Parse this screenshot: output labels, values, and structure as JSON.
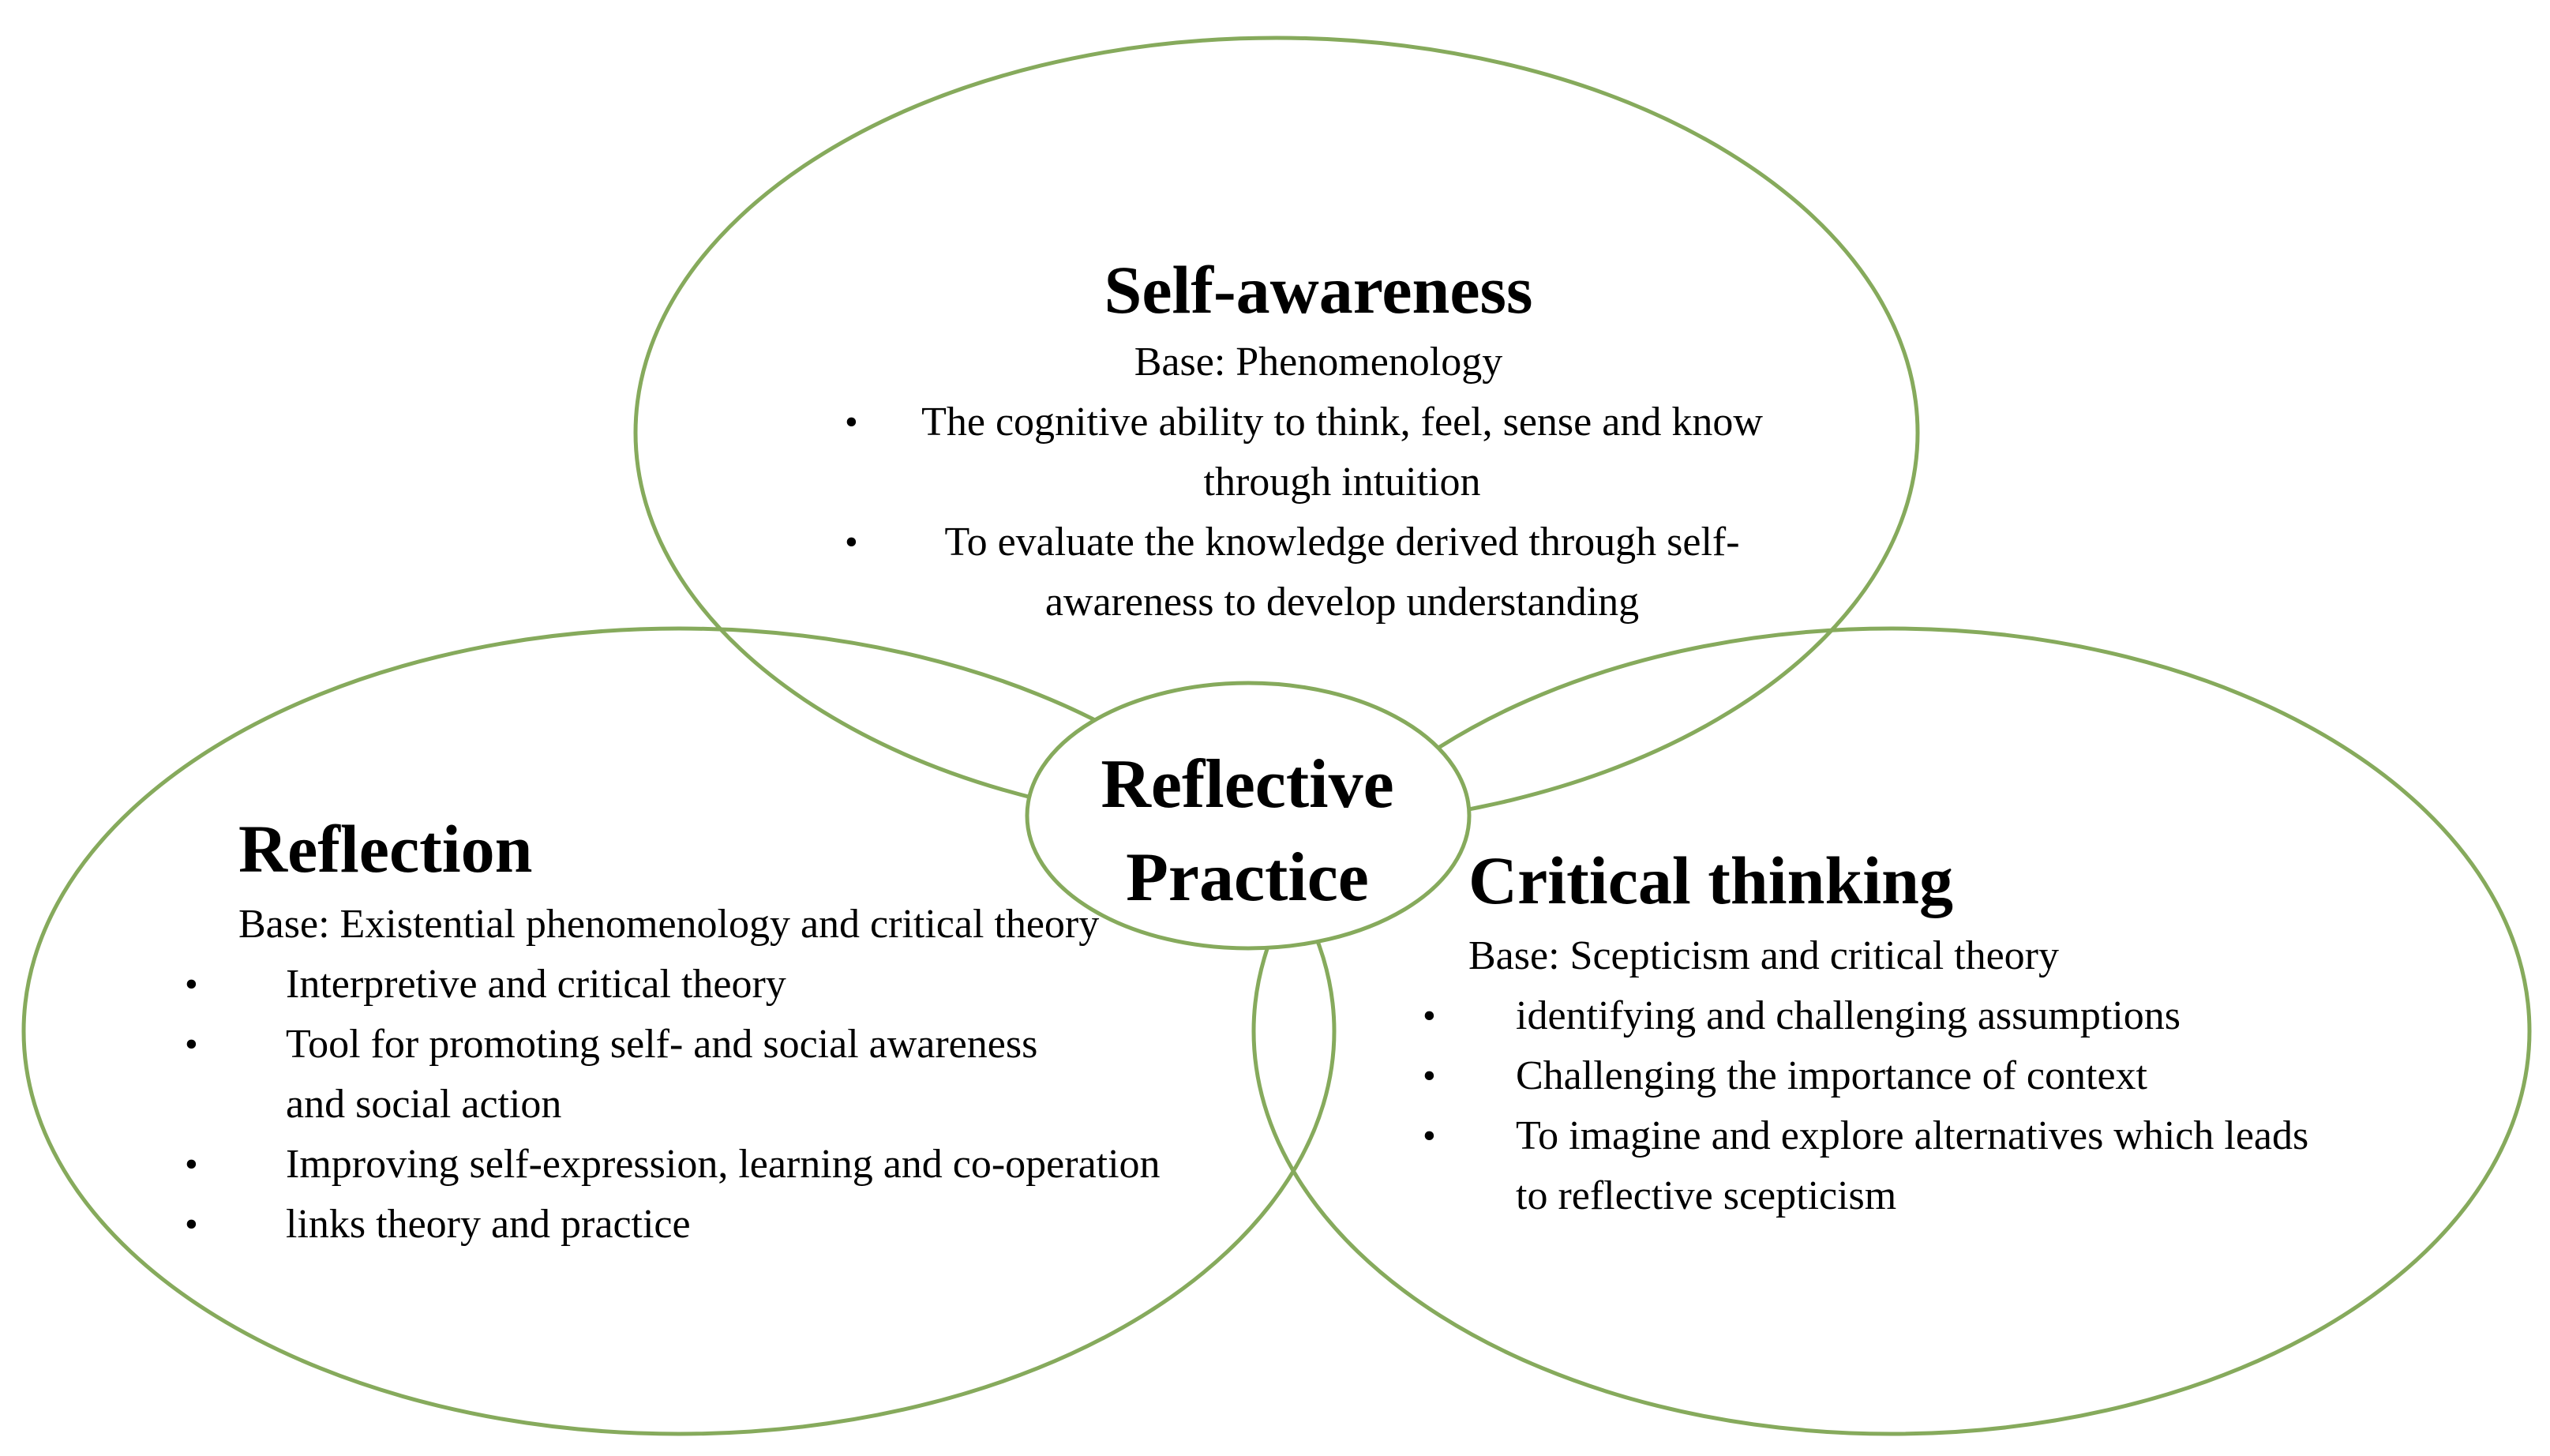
{
  "colors": {
    "circle_stroke": "#86aa5c",
    "text": "#000000",
    "background": "#ffffff"
  },
  "circles": {
    "self_awareness": {
      "title": "Self-awareness",
      "base": "Base: Phenomenology",
      "bullets": [
        "The cognitive ability to think, feel, sense and know through intuition",
        "To evaluate the knowledge derived through self-awareness to develop understanding"
      ]
    },
    "reflection": {
      "title": "Reflection",
      "base": "Base: Existential phenomenology and critical theory",
      "bullets": [
        "Interpretive and critical theory",
        "Tool for promoting self- and social awareness and social action",
        "Improving self-expression, learning and co-operation",
        "links theory and practice"
      ]
    },
    "critical_thinking": {
      "title": "Critical thinking",
      "base": "Base: Scepticism and critical theory",
      "bullets": [
        "identifying and challenging assumptions",
        "Challenging the importance of context",
        "To imagine and explore alternatives which leads to reflective scepticism"
      ]
    },
    "center": {
      "line1": "Reflective",
      "line2": "Practice"
    }
  },
  "bullet_glyph": "•"
}
